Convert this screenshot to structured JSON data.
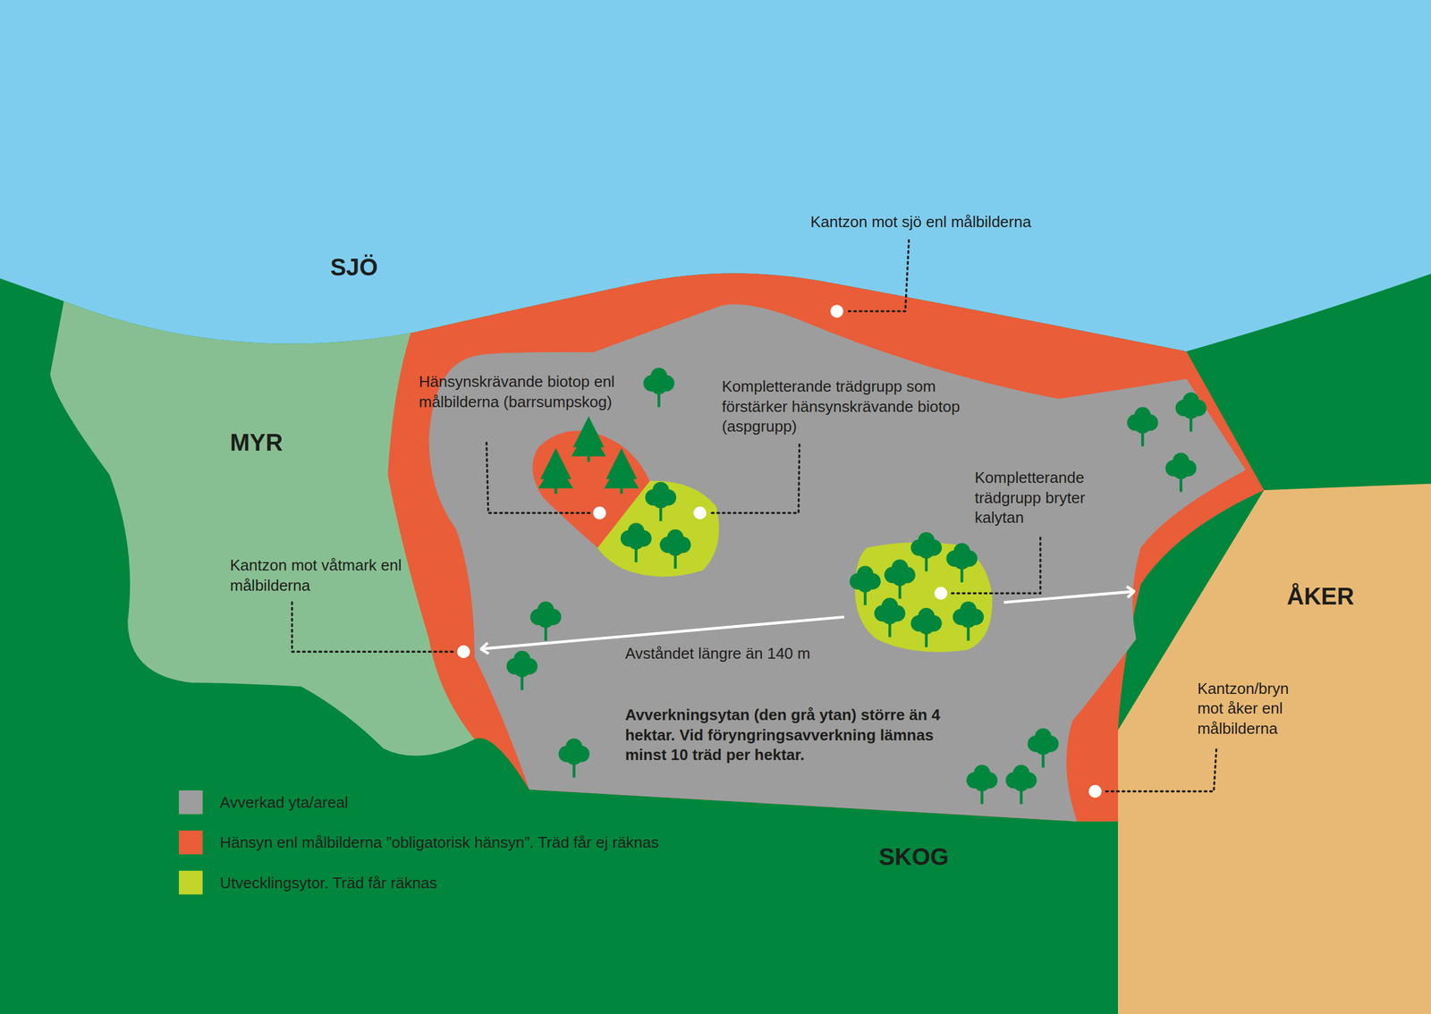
{
  "diagram": {
    "labels": [
      "SJÖ",
      "Kantzon mot sjö enl målbilderna",
      "MYR",
      "Hänsynskrävande biotop enl målbilderna (barrsumpskog)",
      "Kompletterande trädgrupp som förstärker hänsynskrävande biotop (aspgrupp)",
      "Kompletterande trädgrupp bryter kalytan",
      "ÅKER",
      "Kantzon mot våtmark enl målbilderna",
      "Avståndet längre än 140 m",
      "Avverkningsytan (den grå ytan) större än 4 hektar. Vid föryngringsavverkning lämnas minst 10 träd per hektar.",
      "Kantzon/bryn mot åker enl målbilderna",
      "SKOG"
    ],
    "legend": [
      {
        "text": "Avverkad yta/areal",
        "color": "#9d9d9d"
      },
      {
        "text": "Hänsyn enl målbilderna ”obligatorisk hänsyn”. Träd får ej räknas",
        "color": "#e95d38"
      },
      {
        "text": "Utvecklingsytor. Träd får räknas",
        "color": "#c2d52a"
      }
    ]
  }
}
